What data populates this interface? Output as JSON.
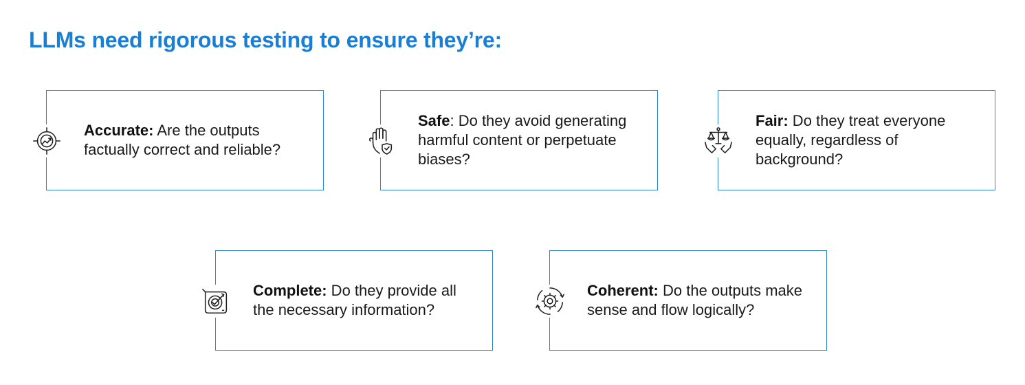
{
  "title": "LLMs need rigorous testing to ensure they’re:",
  "cards": [
    {
      "term": "Accurate:",
      "description": " Are the outputs factually correct and reliable?",
      "icon": "target-growth-icon"
    },
    {
      "term": "Safe",
      "description": ": Do they avoid generating harmful content or perpetuate biases?",
      "icon": "hand-shield-icon"
    },
    {
      "term": "Fair:",
      "description": " Do they treat everyone equally, regardless of background?",
      "icon": "scales-hands-icon"
    },
    {
      "term": "Complete:",
      "description": " Do they provide all the necessary information?",
      "icon": "target-check-icon"
    },
    {
      "term": "Coherent:",
      "description": " Do the outputs make sense and flow logically?",
      "icon": "gear-cycle-icon"
    }
  ],
  "colors": {
    "accent": "#1a7fd4",
    "border": "#2b86d6",
    "text": "#1a1a1a"
  }
}
